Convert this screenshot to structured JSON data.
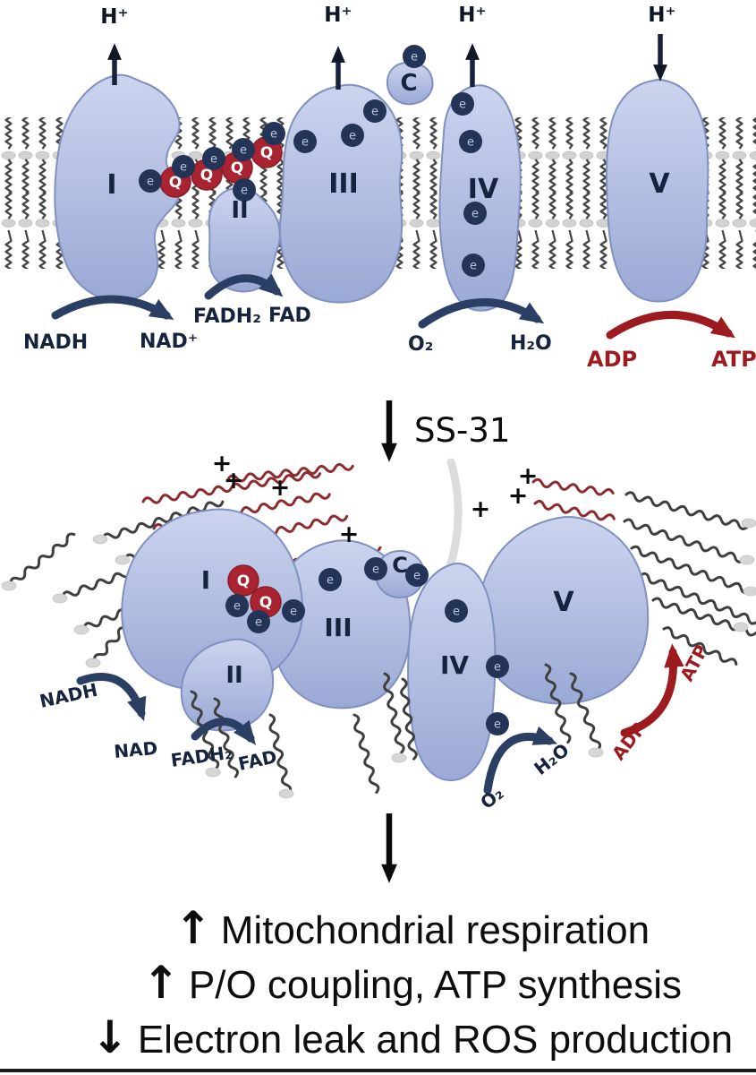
{
  "colors": {
    "complex_fill_top": "#c9d1ec",
    "complex_fill_bottom": "#9aa9d5",
    "complex_stroke": "#8090c0",
    "q_red": "#a92330",
    "e_navy": "#233457",
    "navy_arrow": "#2b3e63",
    "red_arrow": "#9d1b1f",
    "lipid_dark": "#3f3f3f",
    "lipid_red": "#8d2b2e"
  },
  "labels": {
    "proton": "H⁺",
    "electron": "e",
    "ubiquinone": "Q",
    "plus_charge": "+",
    "ss31": "SS-31",
    "complex_i": "I",
    "complex_ii": "II",
    "complex_iii": "III",
    "complex_iv": "IV",
    "complex_v": "V",
    "cytochrome_c": "C",
    "nadh": "NADH",
    "nad_plus": "NAD⁺",
    "nad": "NAD",
    "fadh2": "FADH₂",
    "fad": "FAD",
    "o2": "O₂",
    "h2o": "H₂O",
    "adp": "ADP",
    "atp": "ATP"
  },
  "outcomes": [
    {
      "arrow": "↑",
      "text": "Mitochondrial respiration"
    },
    {
      "arrow": "↑",
      "text": "P/O coupling, ATP synthesis"
    },
    {
      "arrow": "↓",
      "text": "Electron leak and ROS production"
    }
  ]
}
